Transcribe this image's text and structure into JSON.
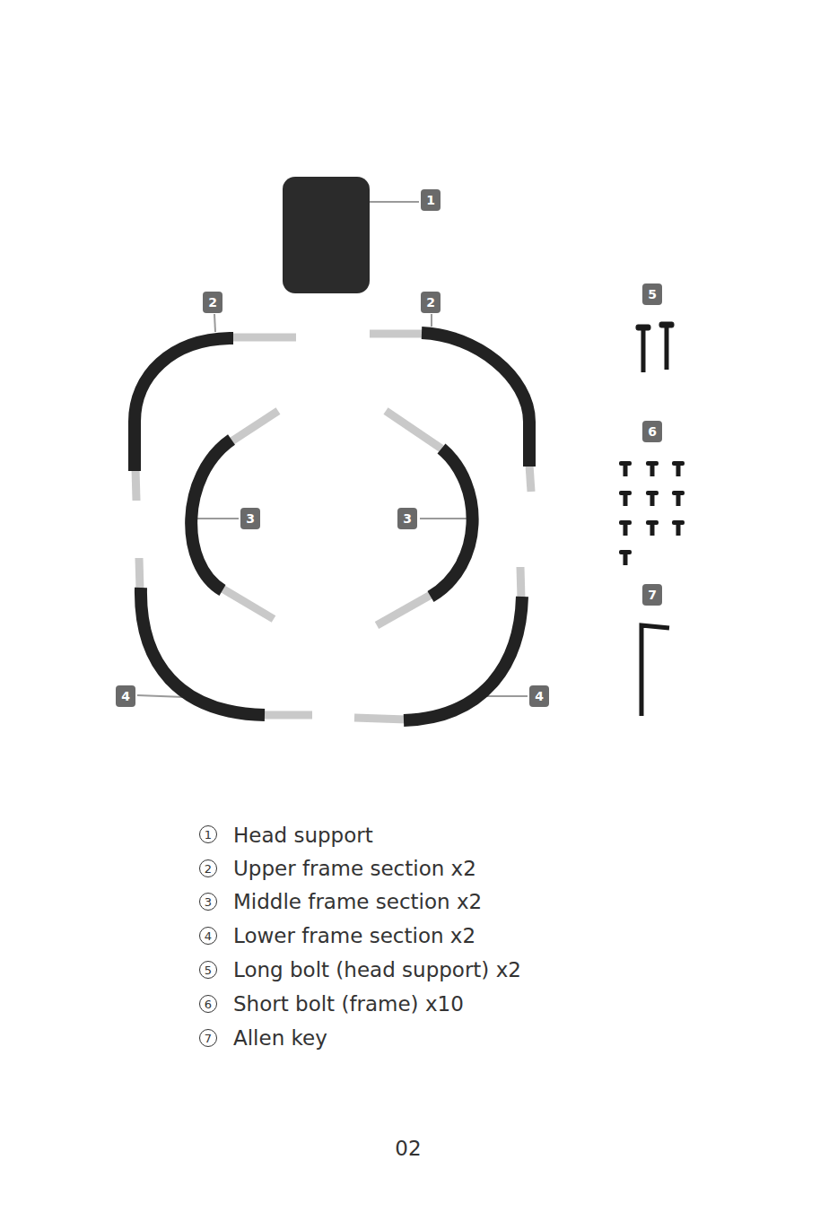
{
  "diagram": {
    "nodes": [
      {
        "text": [
          "1"
        ]
      },
      {
        "text": [
          "5"
        ]
      },
      {
        "text": [
          "2"
        ]
      },
      {
        "text": [
          "2"
        ]
      },
      {
        "text": [
          "6"
        ]
      },
      {
        "text": [
          "3"
        ]
      },
      {
        "text": [
          "3"
        ]
      },
      {
        "text": [
          "7"
        ]
      },
      {
        "text": [
          "4"
        ]
      },
      {
        "text": [
          "4"
        ]
      },
      {
        "text": [
          "1"
        ]
      },
      {
        "text": [
          "2"
        ]
      },
      {
        "text": [
          "3"
        ]
      },
      {
        "text": [
          "4"
        ]
      },
      {
        "text": [
          "5"
        ]
      },
      {
        "text": [
          "6"
        ]
      },
      {
        "text": [
          "7"
        ]
      }
    ],
    "labels": [
      "Head support",
      "Upper frame section x2",
      "Middle frame section x2",
      "Lower frame section x2",
      "Long bolt (head support) x2",
      "Short bolt (frame) x10",
      "Allen key",
      "02"
    ]
  }
}
